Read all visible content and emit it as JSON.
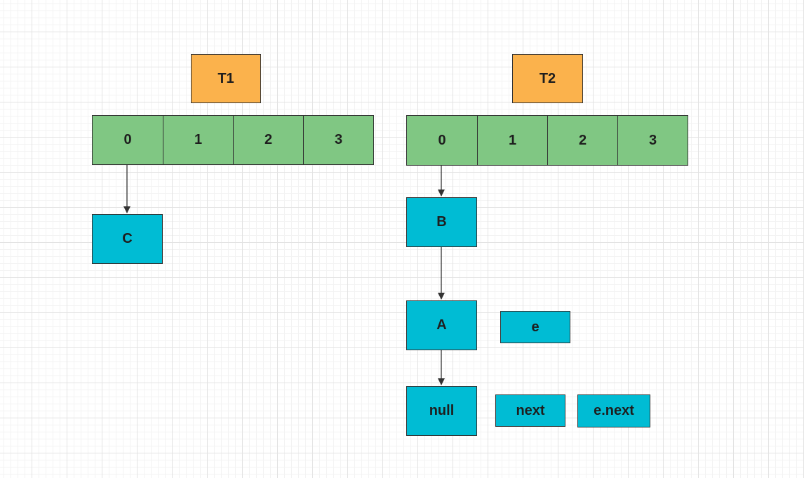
{
  "t1": {
    "label": "T1",
    "cells": [
      "0",
      "1",
      "2",
      "3"
    ],
    "node_c": "C"
  },
  "t2": {
    "label": "T2",
    "cells": [
      "0",
      "1",
      "2",
      "3"
    ],
    "node_b": "B",
    "node_a": "A",
    "node_null": "null"
  },
  "labels": {
    "e": "e",
    "next": "next",
    "e_next": "e.next"
  },
  "colors": {
    "header": "#fbb24c",
    "array": "#80c783",
    "node": "#00bcd4"
  }
}
